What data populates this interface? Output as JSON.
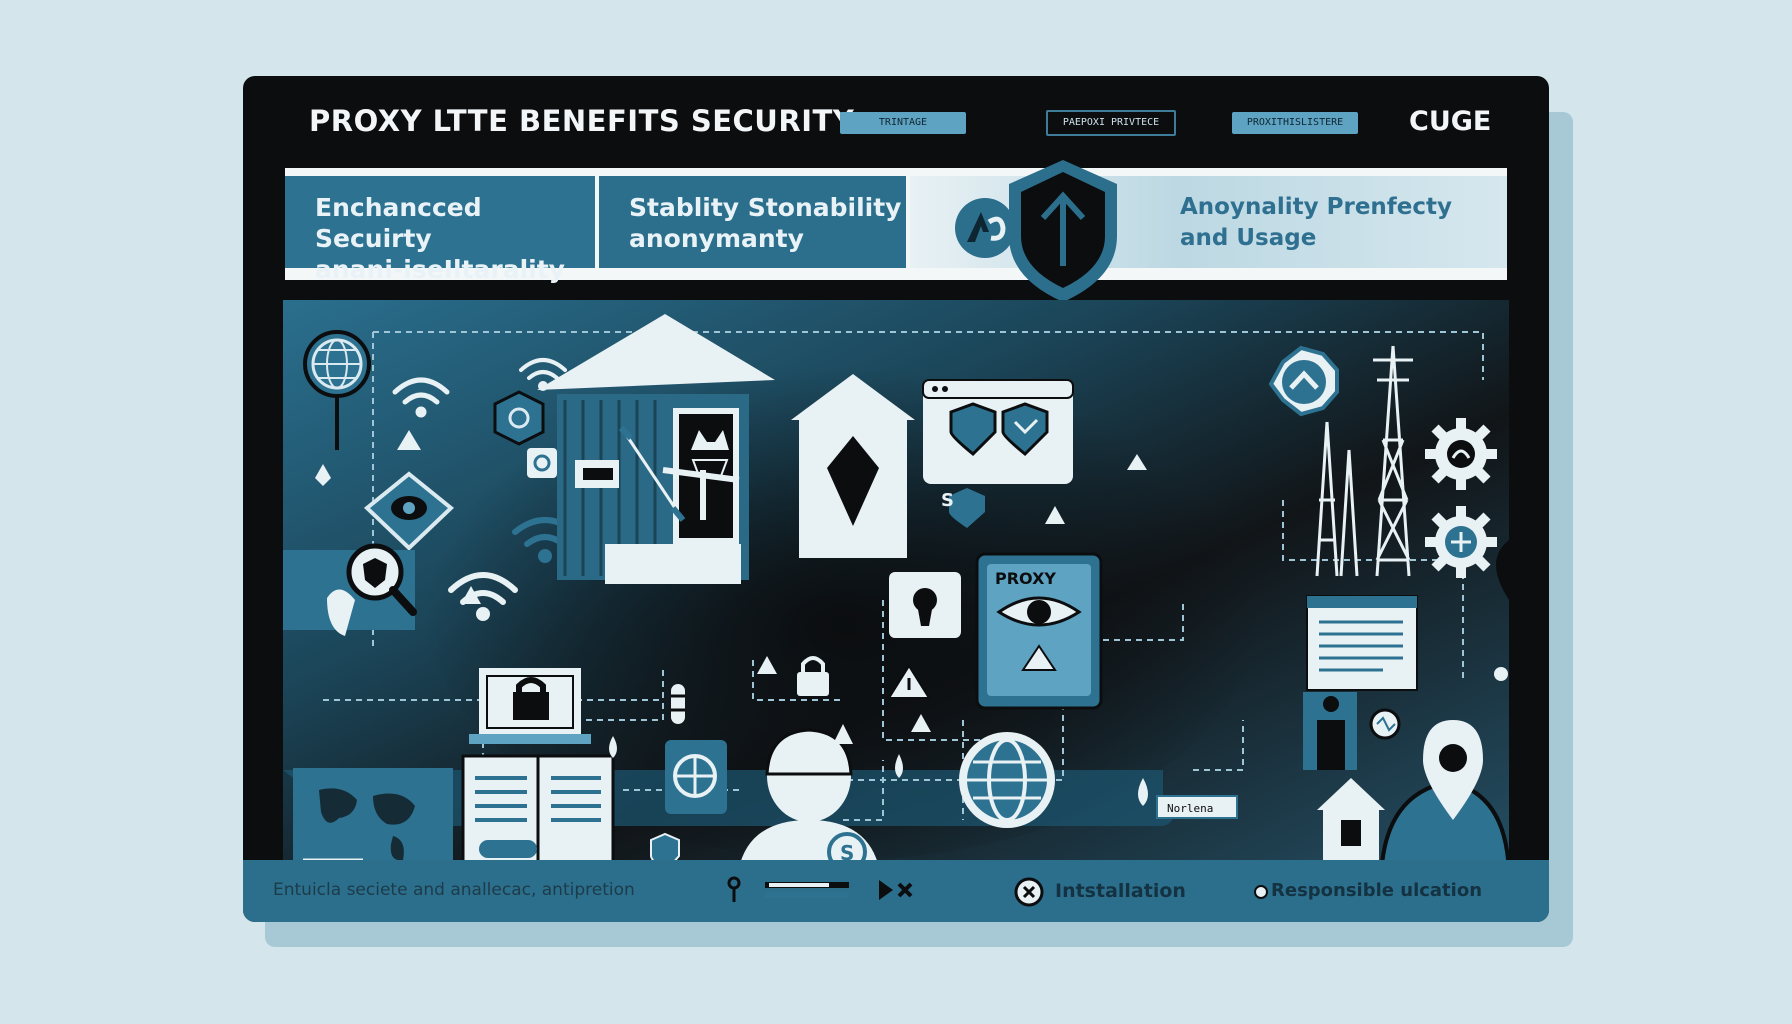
{
  "header": {
    "title": "PROXY LTTE BENEFITS SECURITY",
    "tabs": [
      {
        "label": "TRINTAGE"
      },
      {
        "label": "PAEPOXI PRIVTECE"
      },
      {
        "label": "PROXITHISLISTERE"
      }
    ],
    "end_label": "CUGE"
  },
  "banner": {
    "cell_1": {
      "line1": "Enchancced Secuirty",
      "line2": "anani-iseIltarality"
    },
    "cell_2": {
      "line1": "Stablity Stonability",
      "line2": "anonymanty"
    },
    "cell_3": {
      "line1": "Anoynality Prenfecty",
      "line2": "and Usage"
    }
  },
  "art": {
    "proxy_label": "PROXY",
    "tag_label": "Norlena",
    "s_badge": "S",
    "s_badge_2": "S"
  },
  "footer": {
    "left_text": "Entuicla seciete and anallecac, antipretion",
    "install_label": "Intstallation",
    "responsible_label": "Responsible ulcation"
  },
  "colors": {
    "background": "#d4e6ec",
    "card": "#0b0d0f",
    "accent_blue": "#2d7291",
    "light_blue": "#5fa3c2",
    "band_white": "#f4f7f8"
  }
}
